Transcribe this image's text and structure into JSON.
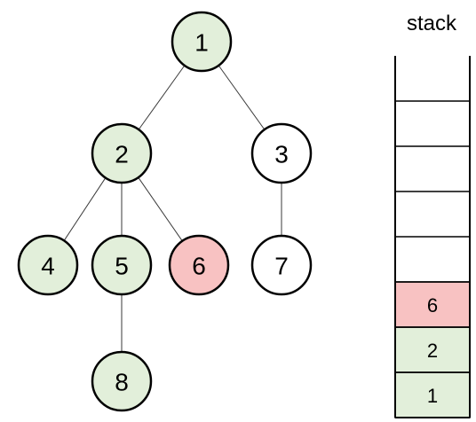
{
  "tree": {
    "nodes": [
      {
        "id": "1",
        "label": "1",
        "state": "visited"
      },
      {
        "id": "2",
        "label": "2",
        "state": "visited"
      },
      {
        "id": "3",
        "label": "3",
        "state": "unvisited"
      },
      {
        "id": "4",
        "label": "4",
        "state": "visited"
      },
      {
        "id": "5",
        "label": "5",
        "state": "visited"
      },
      {
        "id": "6",
        "label": "6",
        "state": "current"
      },
      {
        "id": "7",
        "label": "7",
        "state": "unvisited"
      },
      {
        "id": "8",
        "label": "8",
        "state": "visited"
      }
    ],
    "edges": [
      [
        "1",
        "2"
      ],
      [
        "1",
        "3"
      ],
      [
        "2",
        "4"
      ],
      [
        "2",
        "5"
      ],
      [
        "2",
        "6"
      ],
      [
        "3",
        "7"
      ],
      [
        "5",
        "8"
      ]
    ]
  },
  "stack": {
    "title": "stack",
    "capacity": 8,
    "items_bottom_to_top": [
      {
        "label": "1",
        "state": "visited"
      },
      {
        "label": "2",
        "state": "visited"
      },
      {
        "label": "6",
        "state": "current"
      }
    ]
  },
  "colors": {
    "visited": "#e2efda",
    "current": "#f8c2c2",
    "unvisited": "#ffffff",
    "stroke": "#000000"
  }
}
